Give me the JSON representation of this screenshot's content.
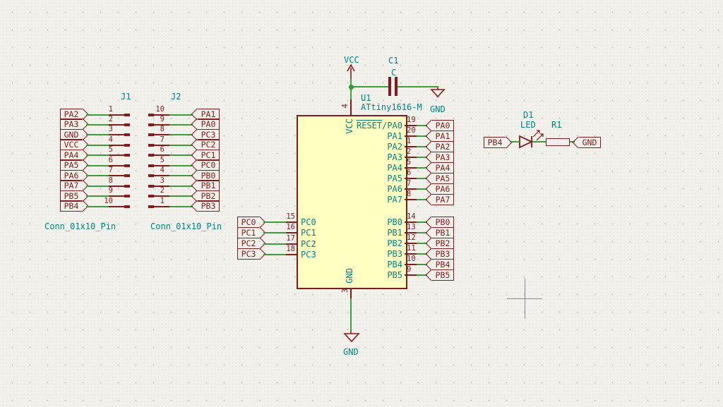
{
  "app": {
    "view": "schematic-canvas"
  },
  "colors": {
    "background": "#F1F0EA",
    "wire_green": "#3E9C3E",
    "symbol_red": "#841B1B",
    "text_teal": "#008484",
    "ic_fill": "#FFFFC2",
    "crosshair_gray": "#8B8B8B"
  },
  "connectors": {
    "j1": {
      "ref": "J1",
      "type_label": "Conn_01x10_Pin",
      "pins": [
        {
          "num": "1",
          "net": "PA2"
        },
        {
          "num": "2",
          "net": "PA3"
        },
        {
          "num": "3",
          "net": "GND"
        },
        {
          "num": "4",
          "net": "VCC"
        },
        {
          "num": "5",
          "net": "PA4"
        },
        {
          "num": "6",
          "net": "PA5"
        },
        {
          "num": "7",
          "net": "PA6"
        },
        {
          "num": "8",
          "net": "PA7"
        },
        {
          "num": "9",
          "net": "PB5"
        },
        {
          "num": "10",
          "net": "PB4"
        }
      ]
    },
    "j2": {
      "ref": "J2",
      "type_label": "Conn_01x10_Pin",
      "pins": [
        {
          "num": "10",
          "net": "PA1"
        },
        {
          "num": "9",
          "net": "PA0"
        },
        {
          "num": "8",
          "net": "PC3"
        },
        {
          "num": "7",
          "net": "PC2"
        },
        {
          "num": "6",
          "net": "PC1"
        },
        {
          "num": "5",
          "net": "PC0"
        },
        {
          "num": "4",
          "net": "PB0"
        },
        {
          "num": "3",
          "net": "PB1"
        },
        {
          "num": "2",
          "net": "PB2"
        },
        {
          "num": "1",
          "net": "PB3"
        }
      ]
    }
  },
  "mcu": {
    "ref": "U1",
    "value": "ATtiny1616-M",
    "power_pin_top": {
      "num": "4",
      "name": "VCC"
    },
    "power_pin_bottom": {
      "num": "3",
      "name": "GND"
    },
    "left_pins": [
      {
        "num": "15",
        "name": "PC0",
        "net": "PC0"
      },
      {
        "num": "16",
        "name": "PC1",
        "net": "PC1"
      },
      {
        "num": "17",
        "name": "PC2",
        "net": "PC2"
      },
      {
        "num": "18",
        "name": "PC3",
        "net": "PC3"
      }
    ],
    "right_pins_porta": [
      {
        "num": "19",
        "name_pre": "RESET",
        "name_post": "/PA0",
        "net": "PA0"
      },
      {
        "num": "20",
        "name": "PA1",
        "net": "PA1"
      },
      {
        "num": "1",
        "name": "PA2",
        "net": "PA2"
      },
      {
        "num": "2",
        "name": "PA3",
        "net": "PA3"
      },
      {
        "num": "5",
        "name": "PA4",
        "net": "PA4"
      },
      {
        "num": "6",
        "name": "PA5",
        "net": "PA5"
      },
      {
        "num": "7",
        "name": "PA6",
        "net": "PA6"
      },
      {
        "num": "8",
        "name": "PA7",
        "net": "PA7"
      }
    ],
    "right_pins_portb": [
      {
        "num": "14",
        "name": "PB0",
        "net": "PB0"
      },
      {
        "num": "13",
        "name": "PB1",
        "net": "PB1"
      },
      {
        "num": "12",
        "name": "PB2",
        "net": "PB2"
      },
      {
        "num": "11",
        "name": "PB3",
        "net": "PB3"
      },
      {
        "num": "10",
        "name": "PB4",
        "net": "PB4"
      },
      {
        "num": "9",
        "name": "PB5",
        "net": "PB5"
      }
    ]
  },
  "power": {
    "vcc_label": "VCC",
    "cap": {
      "ref": "C1",
      "value": "C"
    },
    "top_gnd_label": "GND",
    "bottom_gnd_label": "GND"
  },
  "led_circuit": {
    "input_net": "PB4",
    "diode": {
      "ref": "D1",
      "value": "LED"
    },
    "resistor": {
      "ref": "R1"
    },
    "output_net": "GND"
  }
}
